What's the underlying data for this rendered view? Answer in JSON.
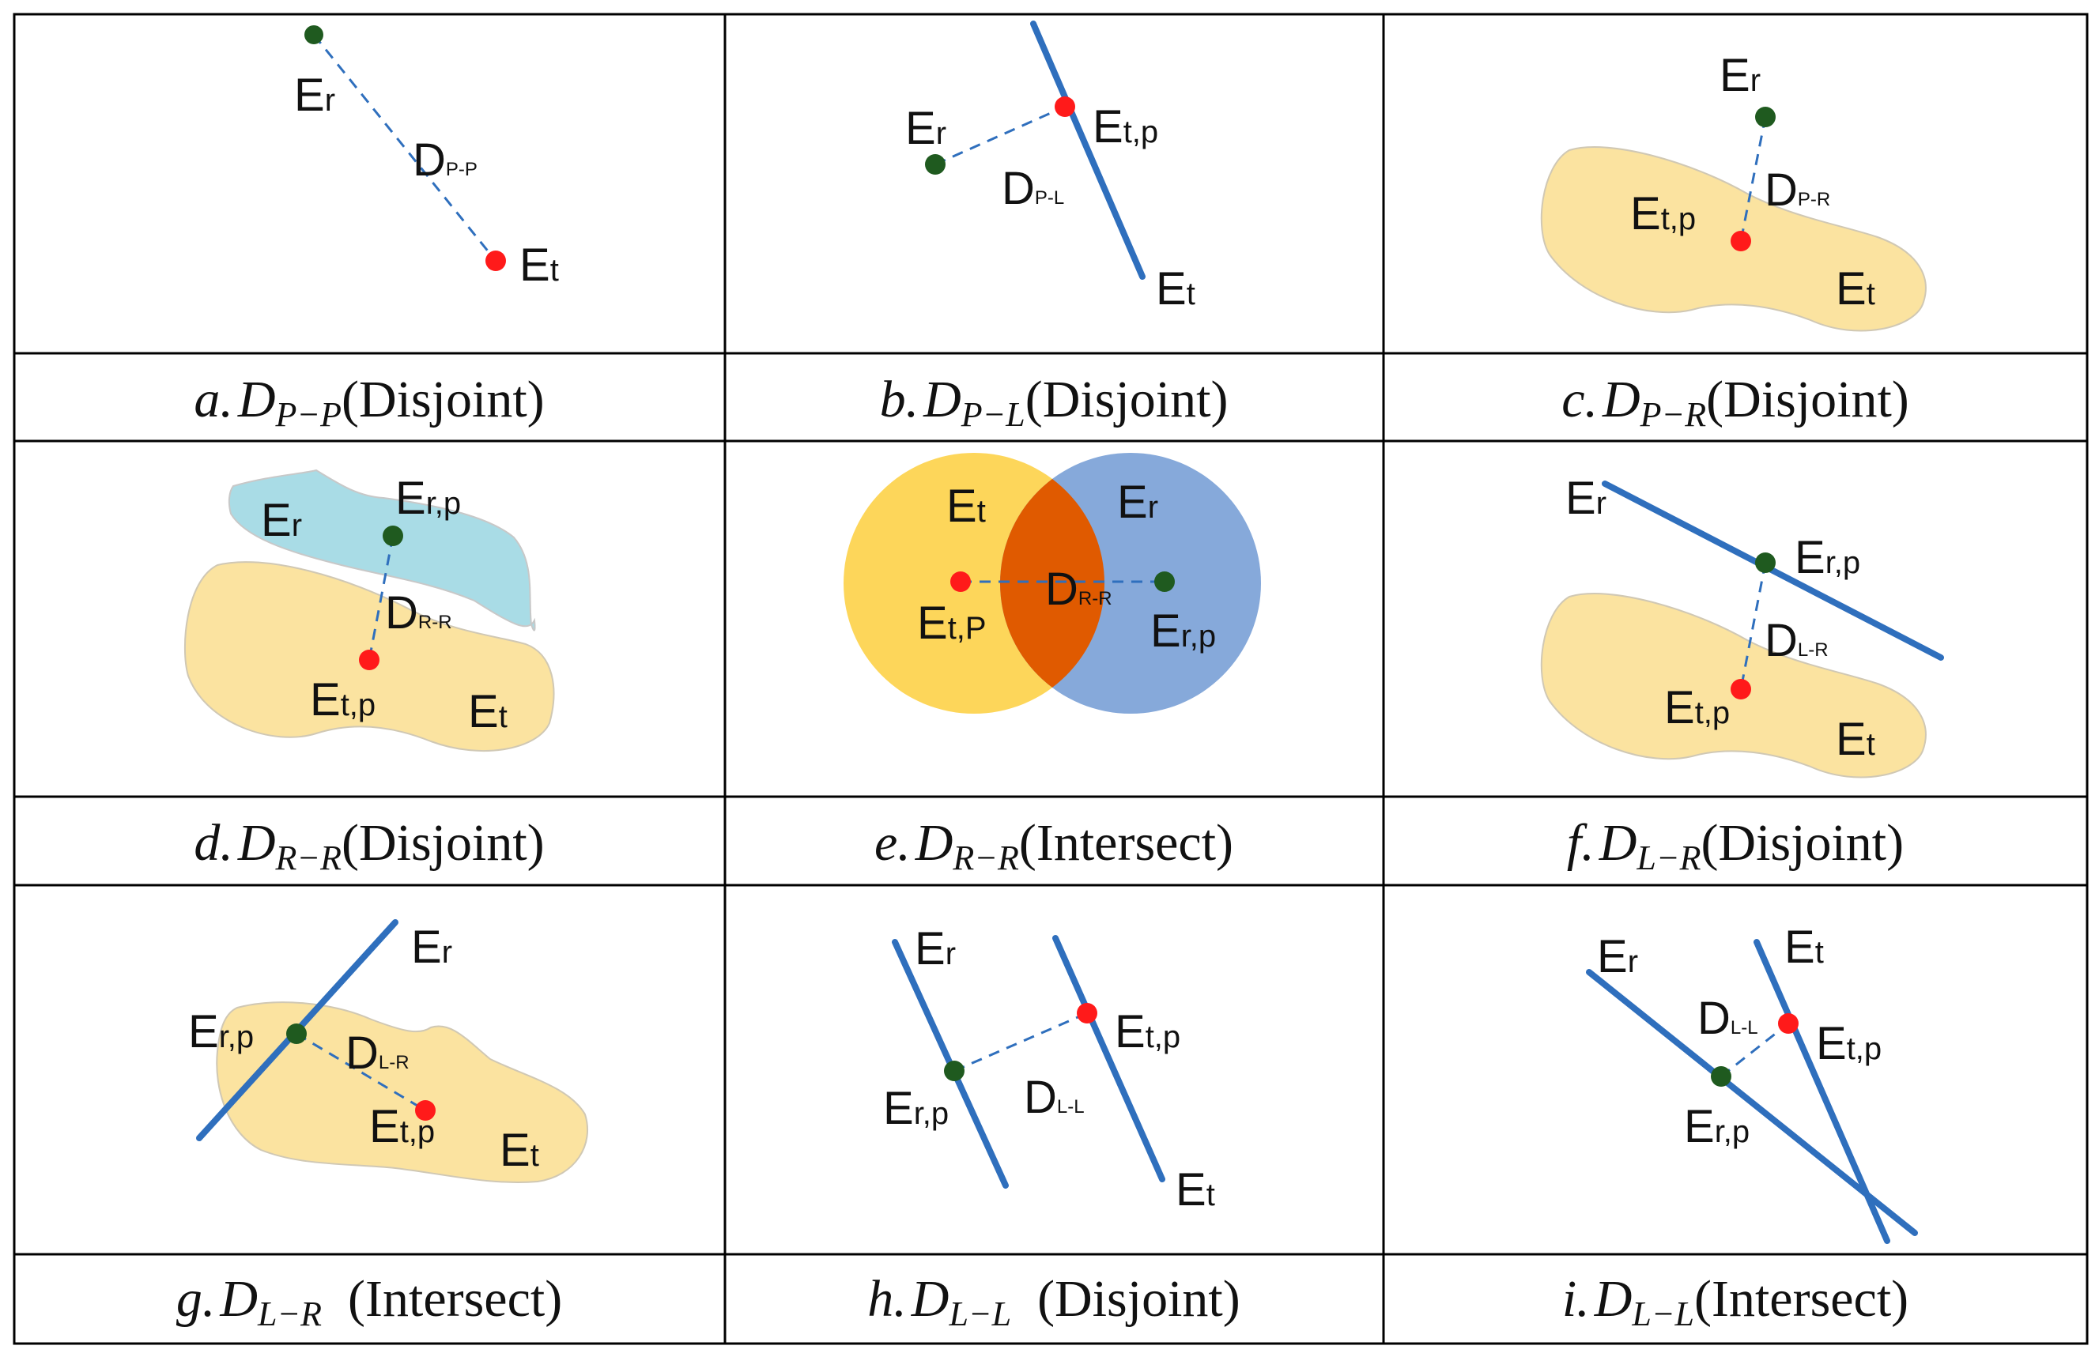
{
  "labels": {
    "Er_main": "E",
    "Er_sub": "r",
    "Et_main": "E",
    "Et_sub": "t",
    "Erp_sub": "r,p",
    "Etp_sub": "t,p",
    "EtP_sub": "t,P",
    "D_main": "D",
    "Dpp_sub": "P-P",
    "Dpl_sub": "P-L",
    "Dpr_sub": "P-R",
    "Drr_sub": "R-R",
    "Dlr_sub": "L-R",
    "Dll_sub": "L-L"
  },
  "captions": [
    {
      "letter": "a.",
      "D": "D",
      "sub": "P−P",
      "relation": "(Disjoint)"
    },
    {
      "letter": "b.",
      "D": "D",
      "sub": "P−L",
      "relation": "(Disjoint)"
    },
    {
      "letter": "c.",
      "D": "D",
      "sub": "P−R",
      "relation": "(Disjoint)"
    },
    {
      "letter": "d.",
      "D": "D",
      "sub": "R−R",
      "relation": "(Disjoint)"
    },
    {
      "letter": "e.",
      "D": "D",
      "sub": "R−R",
      "relation": "(Intersect)"
    },
    {
      "letter": "f.",
      "D": "D",
      "sub": "L−R",
      "relation": "(Disjoint)"
    },
    {
      "letter": "g.",
      "D": "D",
      "sub": "L−R",
      "relation": "  (Intersect)"
    },
    {
      "letter": "h.",
      "D": "D",
      "sub": "L−L",
      "relation": "  (Disjoint)"
    },
    {
      "letter": "i.",
      "D": "D",
      "sub": "L−L",
      "relation": "(Intersect)"
    }
  ],
  "colors": {
    "target_region": "#fbe3a0",
    "reference_region": "#a9dce6",
    "circle_target": "#fdd65a",
    "circle_reference": "#86a9da",
    "overlap": "#e05a00",
    "line": "#2f6fbd",
    "ref_point": "#1f5a1f",
    "target_point": "#ff1a1a"
  }
}
